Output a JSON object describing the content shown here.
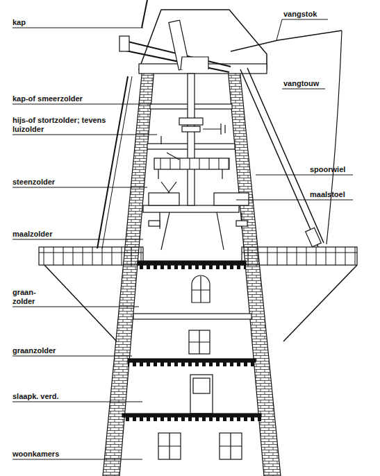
{
  "diagram": {
    "labels": [
      "kap",
      "vangstok",
      "vangtouw",
      "kap-of smeerzolder",
      "hijs-of stortzolder; tevens luizolder",
      "spoorwiel",
      "steenzolder",
      "maalstoel",
      "maalzolder",
      "graan- zolder",
      "graanzolder",
      "slaapk. verd.",
      "woonkamers"
    ]
  }
}
